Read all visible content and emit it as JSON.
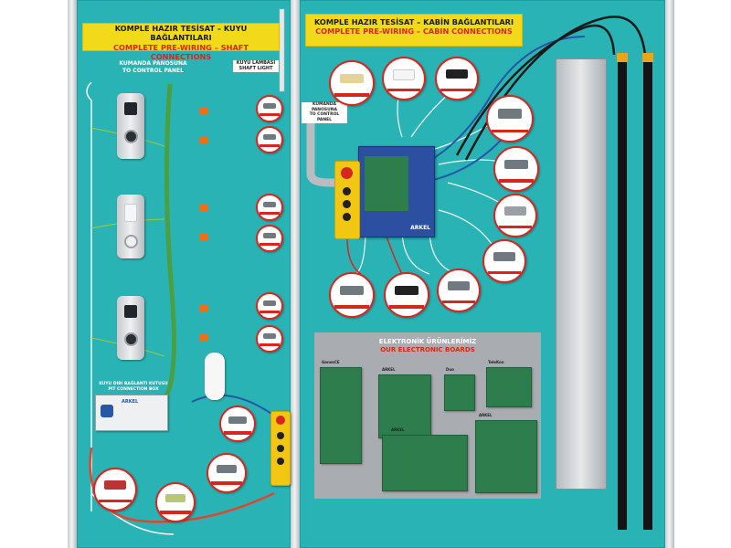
{
  "left_panel": {
    "header_tr": "KOMPLE HAZIR TESİSAT – KUYU BAĞLANTILARI",
    "header_en": "COMPLETE PRE-WIRING – SHAFT CONNECTIONS",
    "control_label_tr": "KUMANDA PANOSUNA",
    "control_label_en": "TO CONTROL PANEL",
    "light_label_tr": "KUYU LAMBASI",
    "light_label_en": "SHAFT LIGHT",
    "pit_box_tr": "KUYU DIBI BAĞLANTI KUTUSU",
    "pit_box_en": "PIT CONNECTION BOX",
    "pit_box_brand": "ARKEL"
  },
  "right_panel": {
    "header_tr": "KOMPLE HAZIR TESİSAT – KABİN BAĞLANTILARI",
    "header_en": "COMPLETE PRE-WIRING – CABIN CONNECTIONS",
    "control_label_tr": "KUMANDA PANOSUNA",
    "control_label_en": "TO CONTROL PANEL",
    "controller_brand": "ARKEL",
    "boards_title_tr": "ELEKTRONİK ÜRÜNLERİMİZ",
    "boards_title_en": "OUR ELECTRONIC BOARDS",
    "boards": [
      "GenesCE",
      "ARKEL",
      "Duo",
      "TeleKon",
      "ARKEL",
      "ARKEL"
    ]
  },
  "colors": {
    "panel": "#2ab3b4",
    "header_bg": "#f2da1a",
    "accent_red": "#d7261f",
    "board_green": "#2d7d4d",
    "connector_orange": "#e8711e"
  }
}
